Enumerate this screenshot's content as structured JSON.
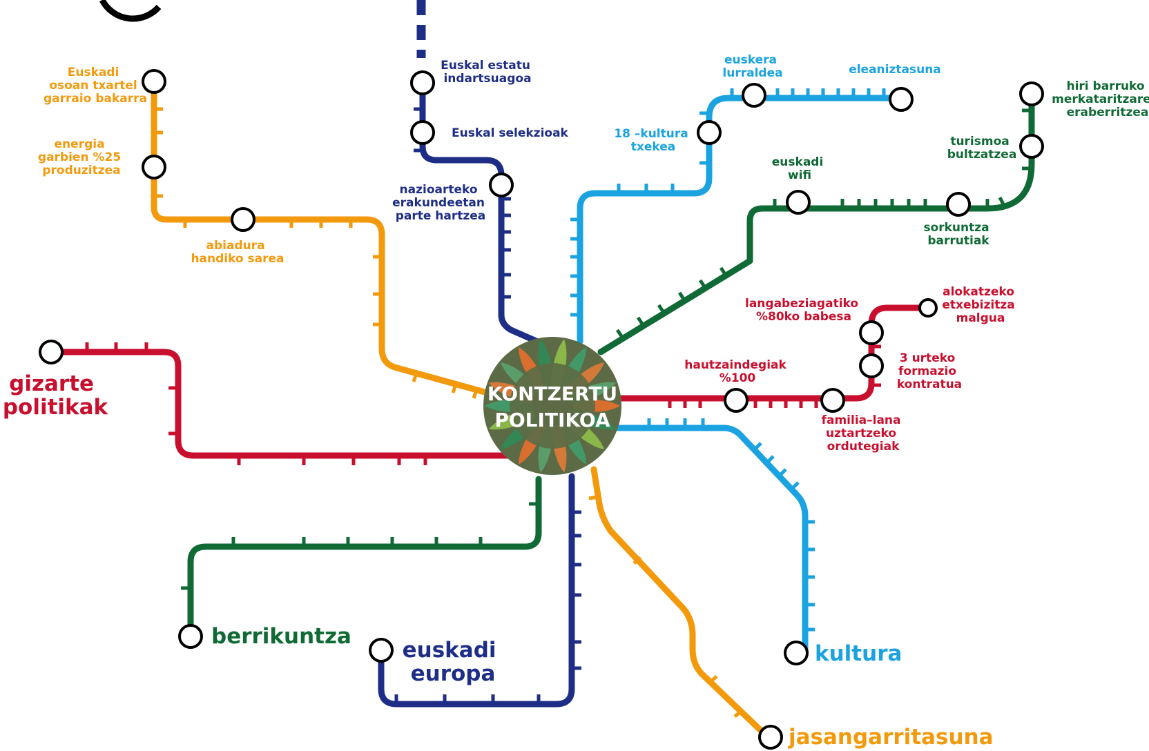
{
  "colors": {
    "orange": "#F29A0C",
    "navy": "#1E2E86",
    "cyan": "#1AA3E0",
    "green": "#0F6A35",
    "red": "#C8102E",
    "hub": "#5C6B45"
  },
  "hub": {
    "line1": "KONTZERTU",
    "line2": "POLITIKOA"
  },
  "lines": {
    "gizarte": {
      "title": [
        "gizarte",
        "politikak"
      ],
      "stations": []
    },
    "jasangarritasuna": {
      "title": [
        "jasangarritasuna"
      ],
      "stations": [
        [
          "abiadura",
          "handiko sarea"
        ],
        [
          "energia",
          "garbien %25",
          "produzitzea"
        ],
        [
          "Euskadi",
          "osoan txartel",
          "garraio bakarra"
        ]
      ]
    },
    "europa": {
      "title": [
        "euskadi",
        "europa"
      ],
      "stations": [
        [
          "nazioarteko",
          "erakundeetan",
          "parte hartzea"
        ],
        [
          "Euskal selekzioak"
        ],
        [
          "Euskal estatu",
          "indartsuagoa"
        ]
      ]
    },
    "kultura": {
      "title": [
        "kultura"
      ],
      "stations": [
        [
          "18 –kultura",
          "txekea"
        ],
        [
          "euskera",
          "lurraldea"
        ],
        [
          "eleaniztasuna"
        ]
      ]
    },
    "berrikuntza": {
      "title": [
        "berrikuntza"
      ],
      "stations": [
        [
          "euskadi",
          "wifi"
        ],
        [
          "sorkuntza",
          "barrutiak"
        ],
        [
          "turismoa",
          "bultzatzea"
        ],
        [
          "hiri barruko",
          "merkataritzaren",
          "eraberritzea"
        ]
      ]
    },
    "gizarte_east": {
      "stations": [
        [
          "hautzaindegiak",
          "%100"
        ],
        [
          "familia–lana",
          "uztartzeko",
          "ordutegiak"
        ],
        [
          "3 urteko",
          "formazio",
          "kontratua"
        ],
        [
          "langabeziagatiko",
          "%80ko babesa"
        ],
        [
          "alokatzeko",
          "etxebizitza",
          "malgua"
        ]
      ]
    }
  }
}
